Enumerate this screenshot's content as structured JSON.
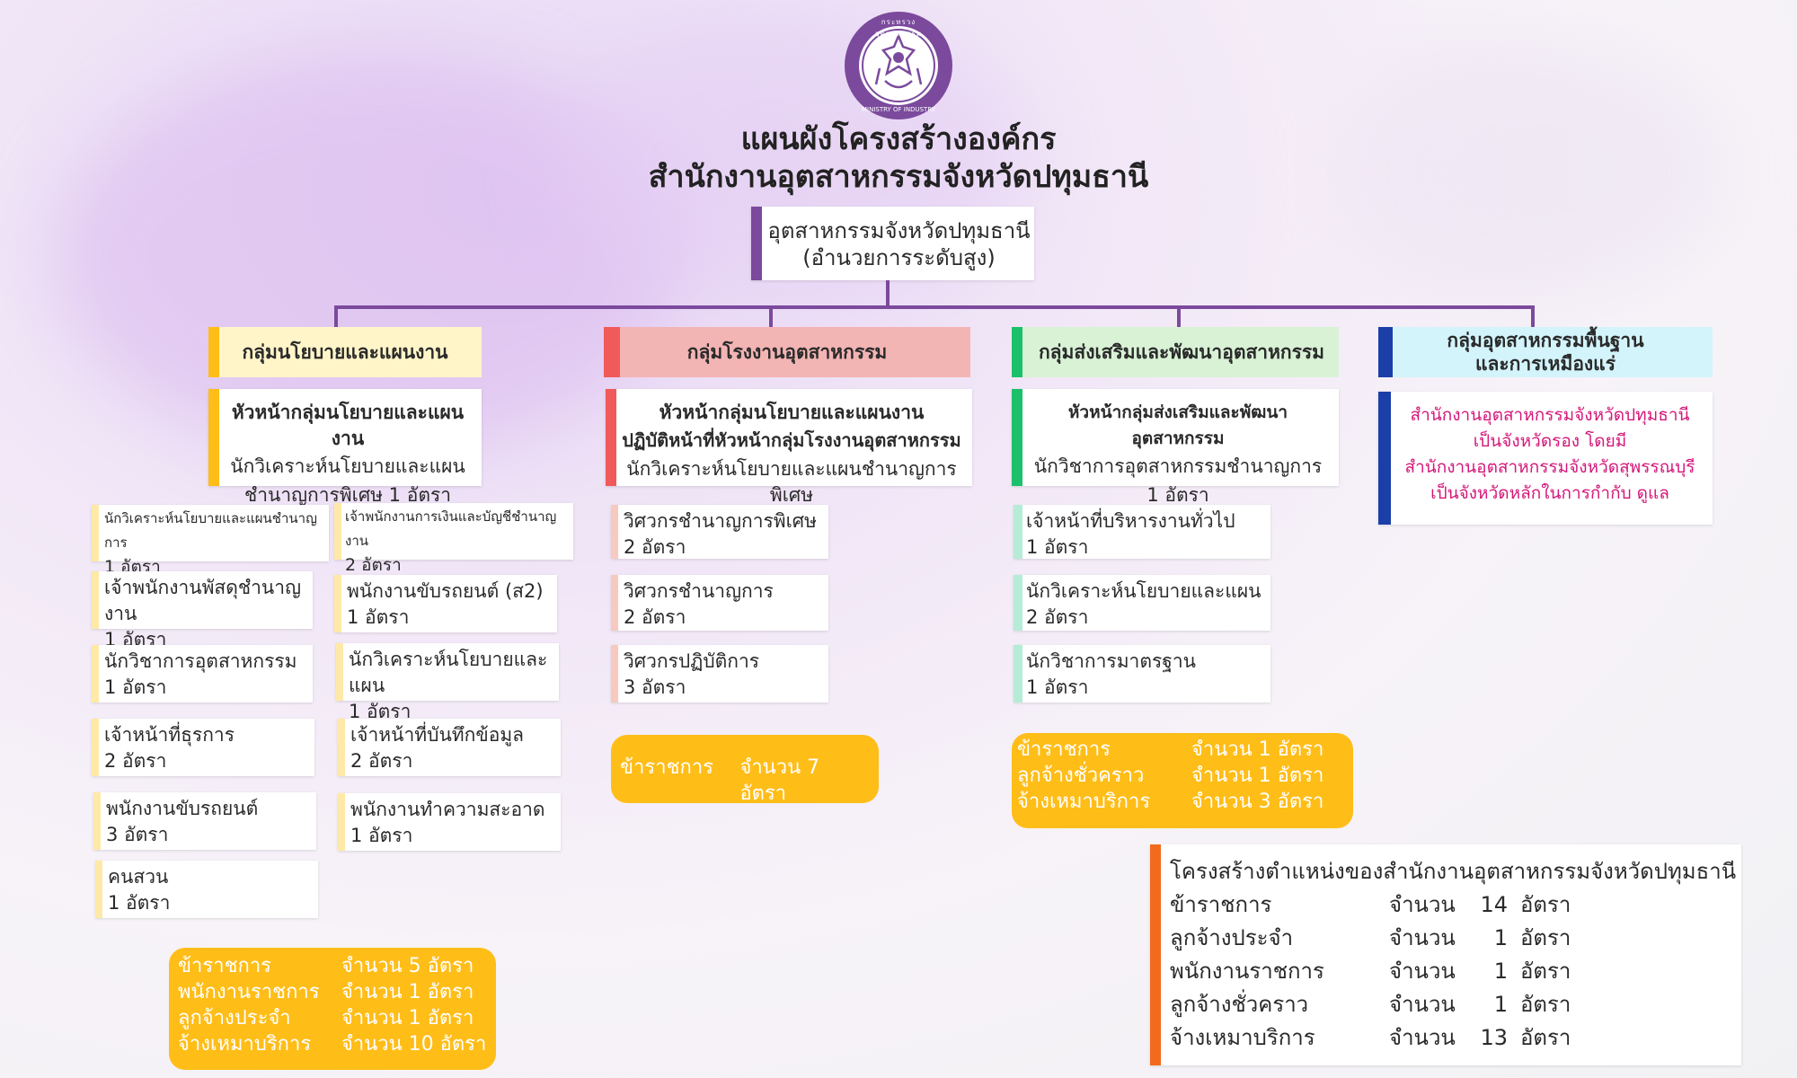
{
  "logo": {
    "top_text": "กระทรวงอุตสาหกรรม",
    "bottom_text": "MINISTRY OF INDUSTRY",
    "color": "#7b4a9c"
  },
  "title": {
    "line1": "แผนผังโครงสร้างองค์กร",
    "line2": "สำนักงานอุตสาหกรรมจังหวัดปทุมธานี"
  },
  "top": {
    "line1": "อุตสาหกรรมจังหวัดปทุมธานี",
    "line2": "(อำนวยการระดับสูง)"
  },
  "colors": {
    "purple": "#7b4a9c",
    "yellow": "#ffbd18",
    "red": "#f05a5a",
    "green": "#1cc06a",
    "blue": "#1a3fa8",
    "magenta": "#d4177a",
    "orange": "#f26b1d"
  },
  "groups": {
    "policy": {
      "header": "กลุ่มนโยบายและแผนงาน",
      "head": {
        "line1": "หัวหน้ากลุ่มนโยบายและแผนงาน",
        "line2": "นักวิเคราะห์นโยบายและแผน",
        "line3": "ชำนาญการพิเศษ 1 อัตรา"
      },
      "left_cards": [
        {
          "name": "นักวิเคราะห์นโยบายและแผนชำนาญการ",
          "count": "1 อัตรา"
        },
        {
          "name": "เจ้าพนักงานพัสดุชำนาญงาน",
          "count": "1 อัตรา"
        },
        {
          "name": "นักวิชาการอุตสาหกรรม",
          "count": "1 อัตรา"
        },
        {
          "name": "เจ้าหน้าที่ธุรการ",
          "count": " 2 อัตรา"
        },
        {
          "name": "พนักงานขับรถยนต์",
          "count": " 3 อัตรา"
        },
        {
          "name": "คนสวน",
          "count": " 1 อัตรา"
        }
      ],
      "right_cards": [
        {
          "name": "เจ้าพนักงานการเงินและบัญชีชำนาญงาน",
          "count": "2 อัตรา"
        },
        {
          "name": "พนักงานขับรถยนต์ (ส2)",
          "count": "1 อัตรา"
        },
        {
          "name": "นักวิเคราะห์นโยบายและแผน",
          "count": "1 อัตรา"
        },
        {
          "name": "เจ้าหน้าที่บันทึกข้อมูล",
          "count": "2 อัตรา"
        },
        {
          "name": "พนักงานทำความสะอาด",
          "count": "1 อัตรา"
        }
      ],
      "summary": [
        {
          "label": "ข้าราชการ",
          "value": "จำนวน 5 อัตรา"
        },
        {
          "label": "พนักงานราชการ",
          "value": "จำนวน 1 อัตรา"
        },
        {
          "label": "ลูกจ้างประจำ",
          "value": "จำนวน 1 อัตรา"
        },
        {
          "label": "จ้างเหมาบริการ",
          "value": "จำนวน 10 อัตรา"
        }
      ]
    },
    "factory": {
      "header": "กลุ่มโรงงานอุตสาหกรรม",
      "head": {
        "line1": "หัวหน้ากลุ่มนโยบายและแผนงาน",
        "line2": "ปฏิบัติหน้าที่หัวหน้ากลุ่มโรงงานอุตสาหกรรม",
        "line3": "นักวิเคราะห์นโยบายและแผนชำนาญการพิเศษ"
      },
      "cards": [
        {
          "name": "วิศวกรชำนาญการพิเศษ",
          "count": "2 อัตรา"
        },
        {
          "name": "วิศวกรชำนาญการ",
          "count": "2 อัตรา"
        },
        {
          "name": "วิศวกรปฏิบัติการ",
          "count": "3 อัตรา"
        }
      ],
      "summary": [
        {
          "label": "ข้าราชการ",
          "value": "จำนวน 7 อัตรา"
        }
      ]
    },
    "promo": {
      "header": "กลุ่มส่งเสริมและพัฒนาอุตสาหกรรม",
      "head": {
        "line1": "หัวหน้ากลุ่มส่งเสริมและพัฒนาอุตสาหกรรม",
        "line2": "นักวิชาการอุตสาหกรรมชำนาญการ",
        "line3": "1 อัตรา"
      },
      "cards": [
        {
          "name": "เจ้าหน้าที่บริหารงานทั่วไป",
          "count": "1 อัตรา"
        },
        {
          "name": "นักวิเคราะห์นโยบายและแผน",
          "count": "2 อัตรา"
        },
        {
          "name": "นักวิชาการมาตรฐาน",
          "count": "1 อัตรา"
        }
      ],
      "summary": [
        {
          "label": "ข้าราชการ",
          "value": "จำนวน 1 อัตรา"
        },
        {
          "label": "ลูกจ้างชั่วคราว",
          "value": "จำนวน 1 อัตรา"
        },
        {
          "label": "จ้างเหมาบริการ",
          "value": "จำนวน 3 อัตรา"
        }
      ]
    },
    "basic": {
      "header_line1": "กลุ่มอุตสาหกรรมพื้นฐาน",
      "header_line2": "และการเหมืองแร่",
      "note": [
        "สำนักงานอุตสาหกรรมจังหวัดปทุมธานี",
        "เป็นจังหวัดรอง โดยมี",
        "สำนักงานอุตสาหกรรมจังหวัดสุพรรณบุรี",
        "เป็นจังหวัดหลักในการกำกับ ดูแล"
      ]
    }
  },
  "structure": {
    "title": "โครงสร้างตำแหน่งของสำนักงานอุตสาหกรรมจังหวัดปทุมธานี",
    "rows": [
      {
        "label": "ข้าราชการ",
        "unit": "จำนวน",
        "num": "14",
        "suffix": "อัตรา"
      },
      {
        "label": "ลูกจ้างประจำ",
        "unit": "จำนวน",
        "num": "1",
        "suffix": "อัตรา"
      },
      {
        "label": "พนักงานราชการ",
        "unit": "จำนวน",
        "num": "1",
        "suffix": "อัตรา"
      },
      {
        "label": "ลูกจ้างชั่วคราว",
        "unit": "จำนวน",
        "num": "1",
        "suffix": "อัตรา"
      },
      {
        "label": "จ้างเหมาบริการ",
        "unit": "จำนวน",
        "num": "13",
        "suffix": "อัตรา"
      }
    ]
  }
}
